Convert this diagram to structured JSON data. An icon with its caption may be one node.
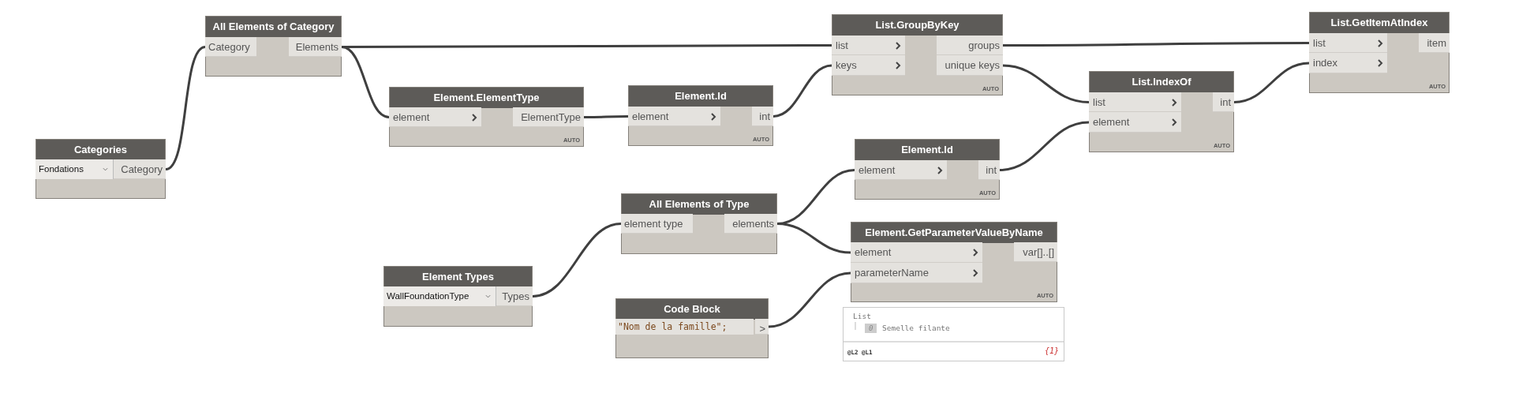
{
  "diagram": {
    "nodes": [
      {
        "text": [
          "All Elements of Category"
        ]
      },
      {
        "text": [
          "Category"
        ],
        "in": 0
      },
      {
        "text": [
          "Elements"
        ],
        "in": 0
      },
      {
        "text": [
          "Categories"
        ]
      },
      {
        "text": [
          "Fondations"
        ],
        "in": 3
      },
      {
        "text": [
          "Category"
        ],
        "in": 3
      },
      {
        "text": [
          "Element.ElementType",
          "AUTO"
        ]
      },
      {
        "text": [
          "element"
        ],
        "in": 6
      },
      {
        "text": [
          "ElementType"
        ],
        "in": 6
      },
      {
        "text": [
          "Element.Id",
          "AUTO"
        ]
      },
      {
        "text": [
          "element"
        ],
        "in": 9
      },
      {
        "text": [
          "int"
        ],
        "in": 9
      },
      {
        "text": [
          "List.GroupByKey",
          "AUTO"
        ]
      },
      {
        "text": [
          "list"
        ],
        "in": 12
      },
      {
        "text": [
          "keys"
        ],
        "in": 12
      },
      {
        "text": [
          "groups"
        ],
        "in": 12
      },
      {
        "text": [
          "unique keys"
        ],
        "in": 12
      },
      {
        "text": [
          "List.GetItemAtIndex",
          "AUTO"
        ]
      },
      {
        "text": [
          "list"
        ],
        "in": 17
      },
      {
        "text": [
          "index"
        ],
        "in": 17
      },
      {
        "text": [
          "item"
        ],
        "in": 17
      },
      {
        "text": [
          "List.IndexOf",
          "AUTO"
        ]
      },
      {
        "text": [
          "list"
        ],
        "in": 21
      },
      {
        "text": [
          "element"
        ],
        "in": 21
      },
      {
        "text": [
          "int"
        ],
        "in": 21
      },
      {
        "text": [
          "Element.Id",
          "AUTO"
        ]
      },
      {
        "text": [
          "element"
        ],
        "in": 25
      },
      {
        "text": [
          "int"
        ],
        "in": 25
      },
      {
        "text": [
          "All Elements of Type"
        ]
      },
      {
        "text": [
          "element type"
        ],
        "in": 28
      },
      {
        "text": [
          "elements"
        ],
        "in": 28
      },
      {
        "text": [
          "Element.GetParameterValueByName",
          "AUTO"
        ]
      },
      {
        "text": [
          "element"
        ],
        "in": 31
      },
      {
        "text": [
          "parameterName"
        ],
        "in": 31
      },
      {
        "text": [
          "var[]..[]"
        ],
        "in": 31
      },
      {
        "text": [
          "Element Types"
        ]
      },
      {
        "text": [
          "WallFoundationType"
        ],
        "in": 35
      },
      {
        "text": [
          "Types"
        ],
        "in": 35
      },
      {
        "text": [
          "Code Block"
        ]
      },
      {
        "text": [
          "\"Nom de la famille\";"
        ],
        "in": 38
      },
      {
        "text": [
          ">"
        ],
        "in": 38
      },
      {
        "text": [
          "List",
          "0",
          "Semelle filante",
          "@L2 @L1",
          "{1}"
        ]
      }
    ],
    "edges": [
      {
        "from": 5,
        "to": 1,
        "arrow": "none"
      },
      {
        "from": 2,
        "to": 7,
        "arrow": "none"
      },
      {
        "from": 2,
        "to": 13,
        "arrow": "none"
      },
      {
        "from": 8,
        "to": 10,
        "arrow": "none"
      },
      {
        "from": 11,
        "to": 14,
        "arrow": "none"
      },
      {
        "from": 15,
        "to": 18,
        "arrow": "none"
      },
      {
        "from": 16,
        "to": 22,
        "arrow": "none"
      },
      {
        "from": 27,
        "to": 23,
        "arrow": "none"
      },
      {
        "from": 24,
        "to": 19,
        "arrow": "none"
      },
      {
        "from": 37,
        "to": 29,
        "arrow": "none"
      },
      {
        "from": 30,
        "to": 26,
        "arrow": "none"
      },
      {
        "from": 30,
        "to": 32,
        "arrow": "none"
      },
      {
        "from": 40,
        "to": 33,
        "arrow": "none"
      }
    ]
  }
}
